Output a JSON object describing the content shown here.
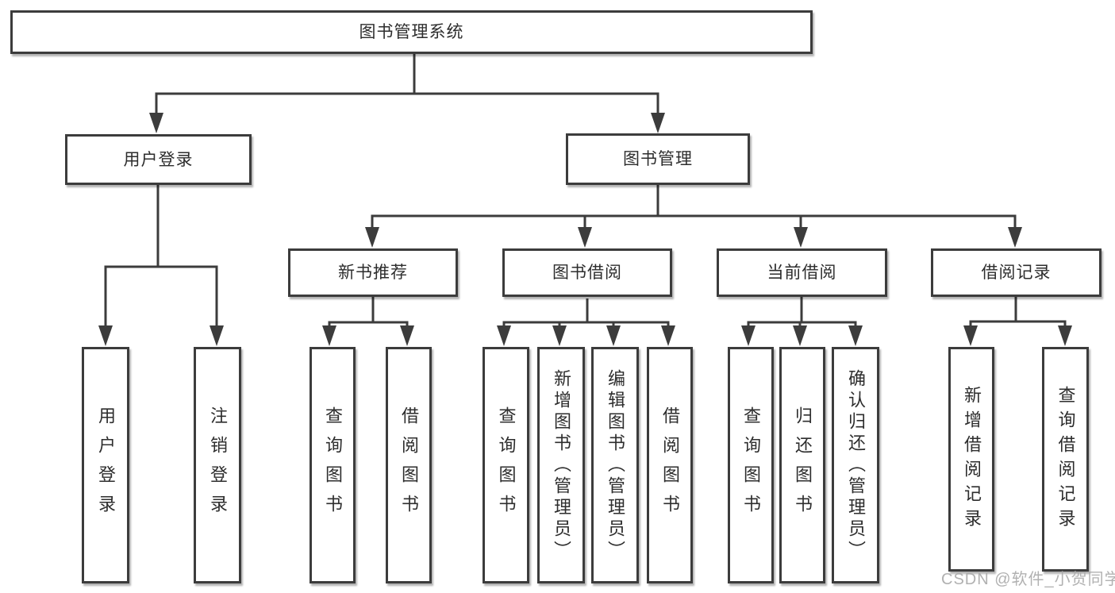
{
  "tree": {
    "root": {
      "label": "图书管理系统"
    },
    "branches": [
      {
        "label": "用户登录",
        "children": [
          "用户登录",
          "注销登录"
        ]
      },
      {
        "label": "图书管理",
        "modules": [
          {
            "label": "新书推荐",
            "children": [
              "查询图书",
              "借阅图书"
            ]
          },
          {
            "label": "图书借阅",
            "children": [
              "查询图书",
              "新增图书（管理员）",
              "编辑图书（管理员）",
              "借阅图书"
            ]
          },
          {
            "label": "当前借阅",
            "children": [
              "查询图书",
              "归还图书",
              "确认归还（管理员）"
            ]
          },
          {
            "label": "借阅记录",
            "children": [
              "新增借阅记录",
              "查询借阅记录"
            ]
          }
        ]
      }
    ]
  },
  "watermark": "CSDN @软件_小贺同学",
  "colors": {
    "line": "#3c3c3c",
    "text": "#2d2d2d",
    "watermark": "#aaaaaa",
    "background": "#ffffff"
  }
}
